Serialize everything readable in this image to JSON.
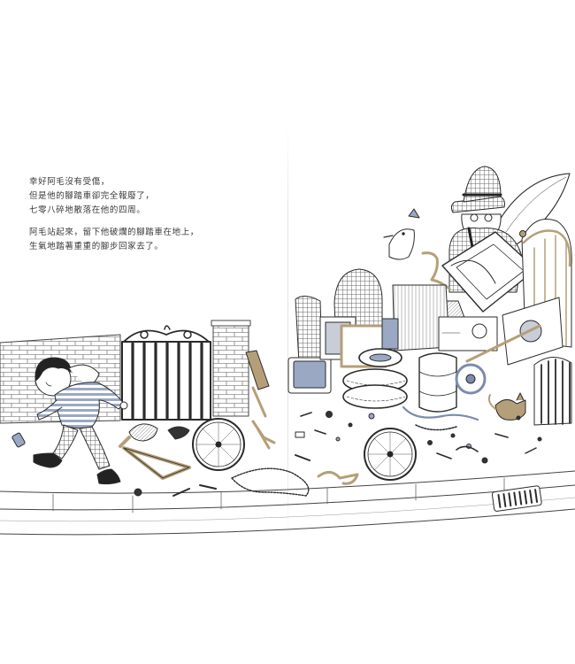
{
  "story": {
    "paragraph_1": [
      "幸好阿毛沒有受傷，",
      "但是他的腳踏車卻完全報廢了，",
      "七零八碎地散落在他的四周。"
    ],
    "paragraph_2": [
      "阿毛站起來，留下他破爛的腳踏車在地上，",
      "生氣地踏著重重的腳步回家去了。"
    ]
  },
  "palette": {
    "ink": "#2b2b2b",
    "blue": "#8a9ab8",
    "tan": "#b59f78",
    "paper": "#ffffff"
  },
  "icons": [
    "brick-wall",
    "garden-gate",
    "boy-running",
    "bicycle-wheel",
    "bicycle-frame",
    "junk-pile",
    "old-man",
    "cat",
    "drain-grate"
  ]
}
